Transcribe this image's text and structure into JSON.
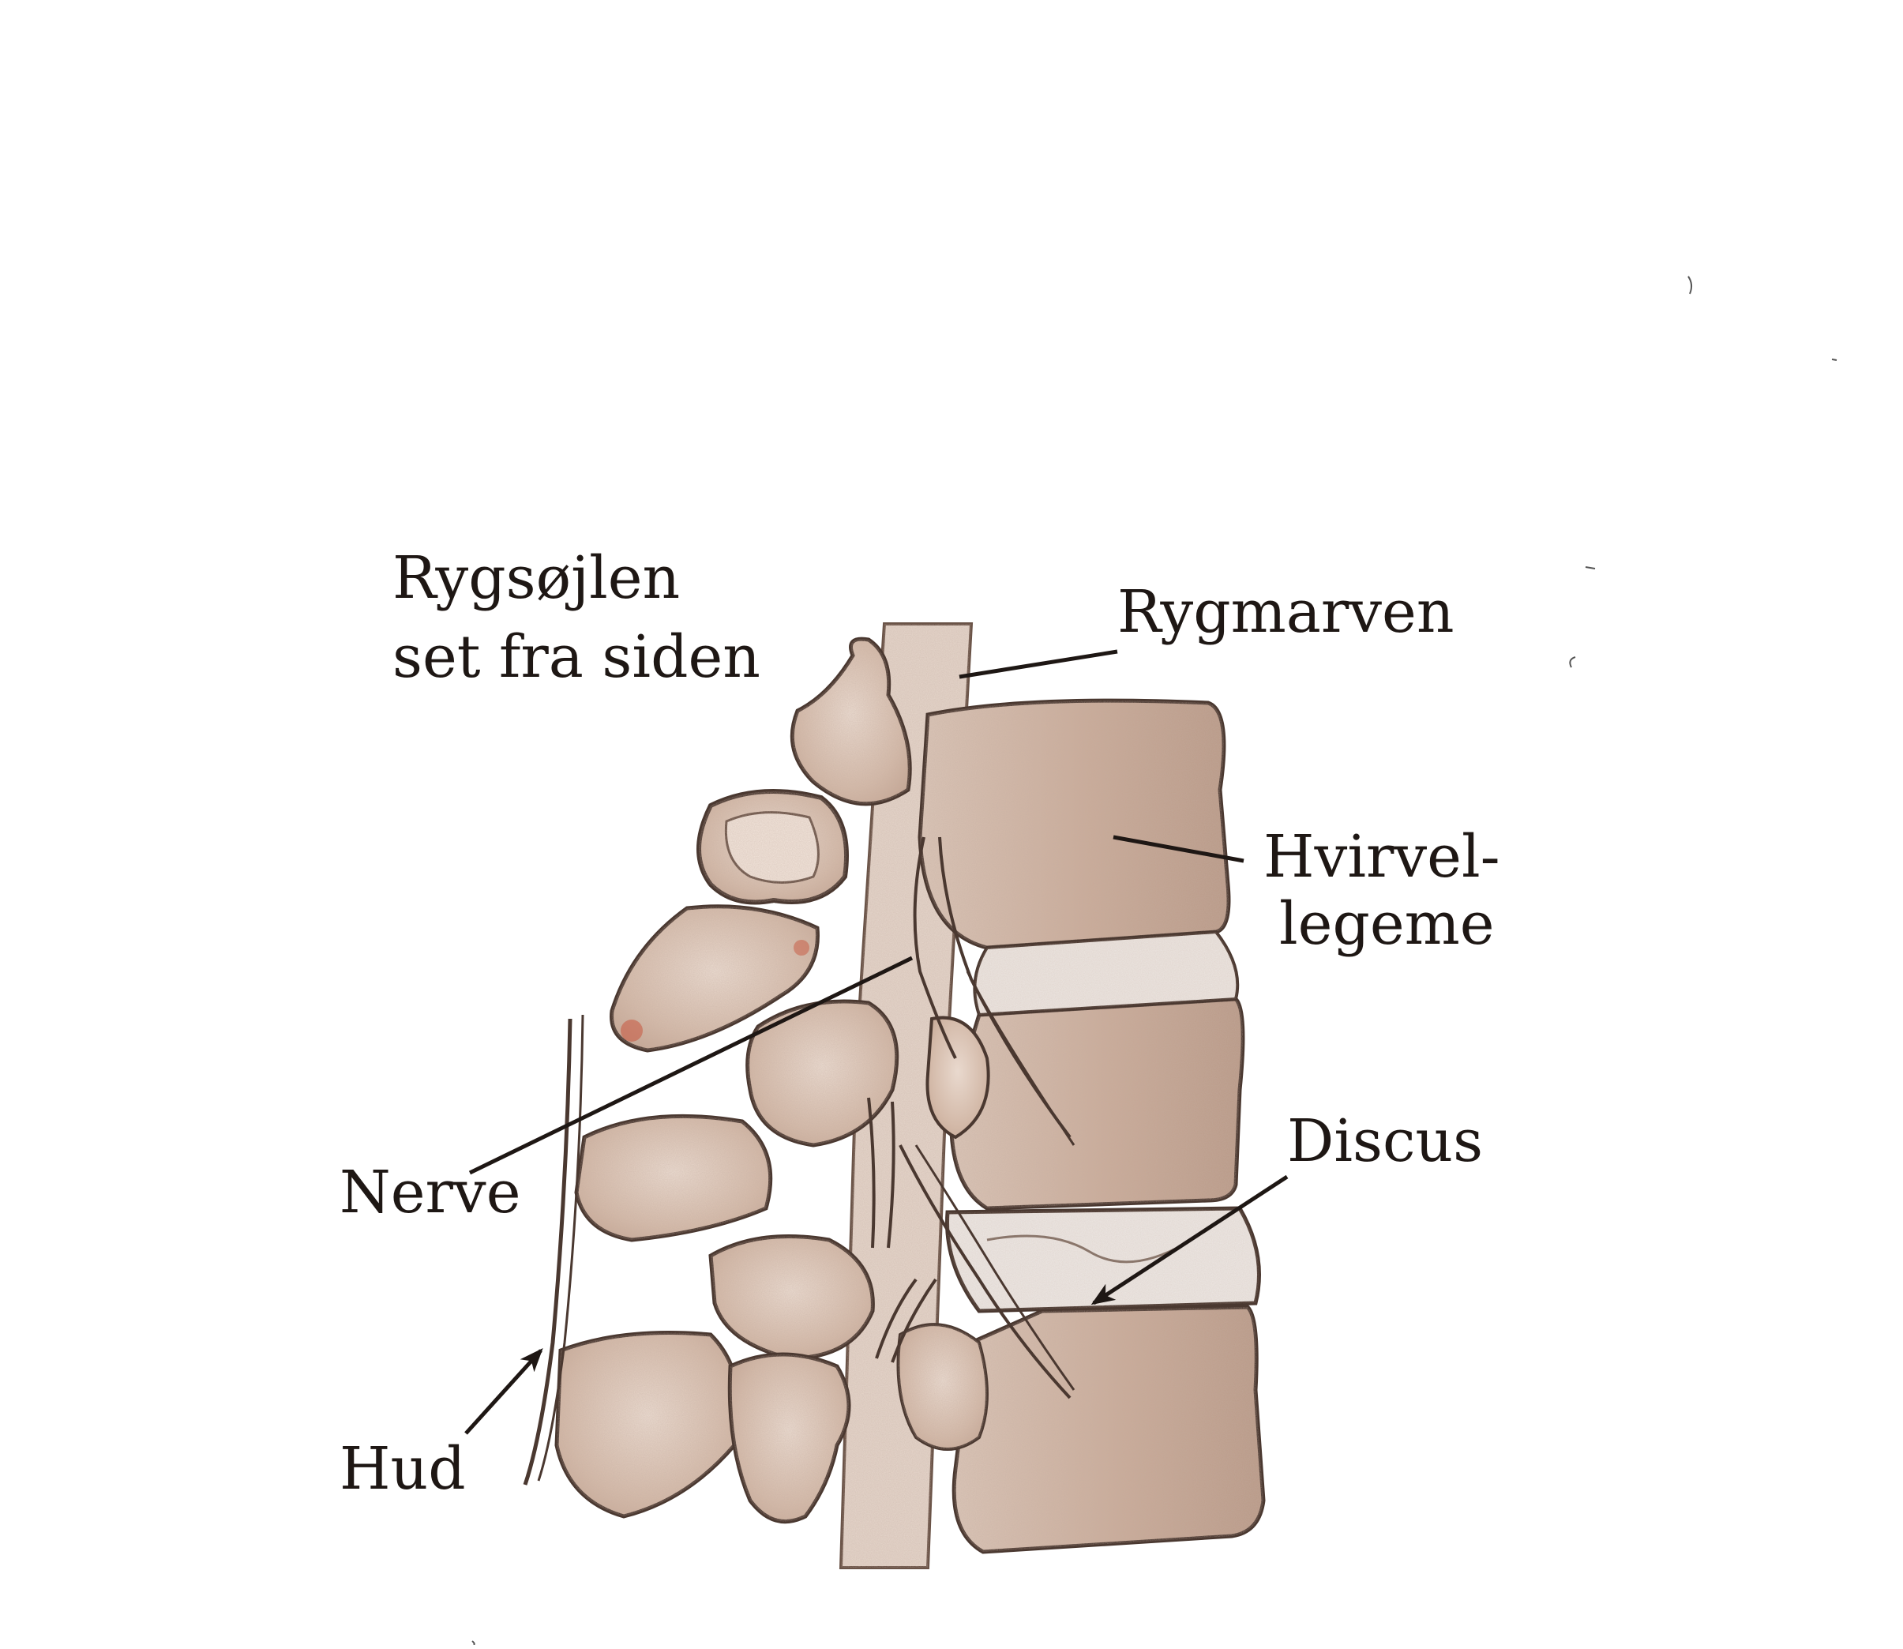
{
  "caption": {
    "line1": "Rygsøjlen",
    "line2": "set fra siden"
  },
  "labels": {
    "rygmarven": "Rygmarven",
    "hvirvel_line1": "Hvirvel-",
    "hvirvel_line2": "legeme",
    "discus": "Discus",
    "nerve": "Nerve",
    "hud": "Hud"
  },
  "colors": {
    "ink": "#1e1714",
    "bone": "#d2b9a9",
    "bone_light": "#e6d5ca",
    "bone_dark": "#c2a493",
    "red_accent": "#c8553e",
    "disc": "#e7e0dc"
  }
}
